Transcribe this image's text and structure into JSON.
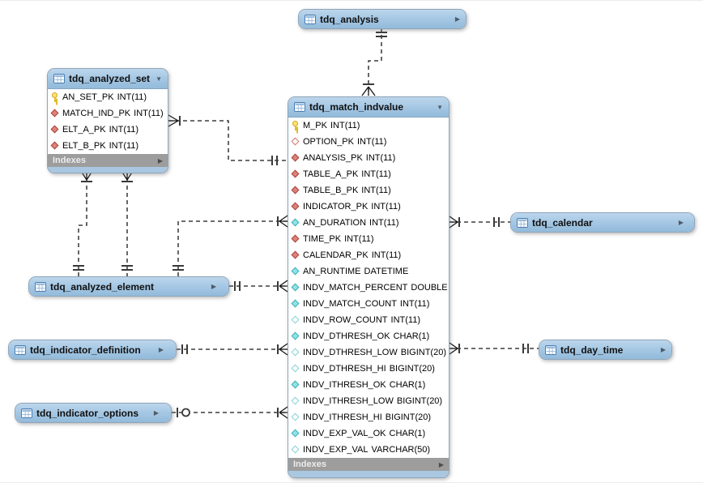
{
  "ui": {
    "indexes_label": "Indexes",
    "expand_arrow": "▶",
    "collapse_arrow": "▼"
  },
  "tables": {
    "analysis": {
      "name": "tdq_analysis",
      "collapsed": true
    },
    "analyzed_set": {
      "name": "tdq_analyzed_set",
      "collapsed": false,
      "footer": "Indexes",
      "columns": [
        {
          "name": "AN_SET_PK",
          "type": "INT(11)",
          "icon": "primary-key"
        },
        {
          "name": "MATCH_IND_PK",
          "type": "INT(11)",
          "icon": "fk-not-null"
        },
        {
          "name": "ELT_A_PK",
          "type": "INT(11)",
          "icon": "fk-not-null"
        },
        {
          "name": "ELT_B_PK",
          "type": "INT(11)",
          "icon": "fk-not-null"
        }
      ]
    },
    "match_indvalue": {
      "name": "tdq_match_indvalue",
      "collapsed": false,
      "footer": "Indexes",
      "columns": [
        {
          "name": "M_PK",
          "type": "INT(11)",
          "icon": "primary-key"
        },
        {
          "name": "OPTION_PK",
          "type": "INT(11)",
          "icon": "fk-nullable"
        },
        {
          "name": "ANALYSIS_PK",
          "type": "INT(11)",
          "icon": "fk-not-null"
        },
        {
          "name": "TABLE_A_PK",
          "type": "INT(11)",
          "icon": "fk-not-null"
        },
        {
          "name": "TABLE_B_PK",
          "type": "INT(11)",
          "icon": "fk-not-null"
        },
        {
          "name": "INDICATOR_PK",
          "type": "INT(11)",
          "icon": "fk-not-null"
        },
        {
          "name": "AN_DURATION",
          "type": "INT(11)",
          "icon": "column-not-null"
        },
        {
          "name": "TIME_PK",
          "type": "INT(11)",
          "icon": "fk-not-null"
        },
        {
          "name": "CALENDAR_PK",
          "type": "INT(11)",
          "icon": "fk-not-null"
        },
        {
          "name": "AN_RUNTIME",
          "type": "DATETIME",
          "icon": "column-not-null"
        },
        {
          "name": "INDV_MATCH_PERCENT",
          "type": "DOUBLE",
          "icon": "column-not-null"
        },
        {
          "name": "INDV_MATCH_COUNT",
          "type": "INT(11)",
          "icon": "column-not-null"
        },
        {
          "name": "INDV_ROW_COUNT",
          "type": "INT(11)",
          "icon": "column-nullable"
        },
        {
          "name": "INDV_DTHRESH_OK",
          "type": "CHAR(1)",
          "icon": "column-not-null"
        },
        {
          "name": "INDV_DTHRESH_LOW",
          "type": "BIGINT(20)",
          "icon": "column-nullable"
        },
        {
          "name": "INDV_DTHRESH_HI",
          "type": "BIGINT(20)",
          "icon": "column-nullable"
        },
        {
          "name": "INDV_ITHRESH_OK",
          "type": "CHAR(1)",
          "icon": "column-not-null"
        },
        {
          "name": "INDV_ITHRESH_LOW",
          "type": "BIGINT(20)",
          "icon": "column-nullable"
        },
        {
          "name": "INDV_ITHRESH_HI",
          "type": "BIGINT(20)",
          "icon": "column-nullable"
        },
        {
          "name": "INDV_EXP_VAL_OK",
          "type": "CHAR(1)",
          "icon": "column-not-null"
        },
        {
          "name": "INDV_EXP_VAL",
          "type": "VARCHAR(50)",
          "icon": "column-nullable"
        }
      ]
    },
    "analyzed_element": {
      "name": "tdq_analyzed_element",
      "collapsed": true
    },
    "indicator_definition": {
      "name": "tdq_indicator_definition",
      "collapsed": true
    },
    "indicator_options": {
      "name": "tdq_indicator_options",
      "collapsed": true
    },
    "calendar": {
      "name": "tdq_calendar",
      "collapsed": true
    },
    "day_time": {
      "name": "tdq_day_time",
      "collapsed": true
    }
  },
  "relationships": [
    {
      "from": "tdq_analysis",
      "to": "tdq_match_indvalue",
      "from_cardinality": "exactly-one",
      "to_cardinality": "many-mandatory",
      "line": "dashed"
    },
    {
      "from": "tdq_analyzed_set",
      "to": "tdq_match_indvalue",
      "from_cardinality": "many-mandatory",
      "to_cardinality": "exactly-one",
      "line": "dashed"
    },
    {
      "from": "tdq_analyzed_set",
      "to": "tdq_analyzed_element",
      "from_cardinality": "many-mandatory",
      "to_cardinality": "exactly-one",
      "line": "dashed"
    },
    {
      "from": "tdq_analyzed_set",
      "to": "tdq_analyzed_element",
      "from_cardinality": "many-mandatory",
      "to_cardinality": "exactly-one",
      "line": "dashed"
    },
    {
      "from": "tdq_match_indvalue",
      "to": "tdq_analyzed_element",
      "from_cardinality": "many-mandatory",
      "to_cardinality": "exactly-one",
      "line": "dashed"
    },
    {
      "from": "tdq_analyzed_element",
      "to": "tdq_match_indvalue",
      "from_cardinality": "exactly-one",
      "to_cardinality": "many-mandatory",
      "line": "dashed"
    },
    {
      "from": "tdq_indicator_definition",
      "to": "tdq_match_indvalue",
      "from_cardinality": "exactly-one",
      "to_cardinality": "many-mandatory",
      "line": "dashed"
    },
    {
      "from": "tdq_indicator_options",
      "to": "tdq_match_indvalue",
      "from_cardinality": "zero-or-one",
      "to_cardinality": "many-mandatory",
      "line": "dashed"
    },
    {
      "from": "tdq_match_indvalue",
      "to": "tdq_calendar",
      "from_cardinality": "many-mandatory",
      "to_cardinality": "exactly-one",
      "line": "dashed"
    },
    {
      "from": "tdq_match_indvalue",
      "to": "tdq_day_time",
      "from_cardinality": "many-mandatory",
      "to_cardinality": "exactly-one",
      "line": "dashed"
    }
  ],
  "colors": {
    "table_header_blue": "#a6c8e4",
    "indexes_bar_gray": "#9d9d9d",
    "bottom_strip_blue": "#a9c7e0",
    "fk_diamond_red": "#e0817a",
    "attribute_diamond_cyan": "#8de4e8",
    "primary_key_yellow": "#ffe469",
    "connector_black": "#161616"
  }
}
